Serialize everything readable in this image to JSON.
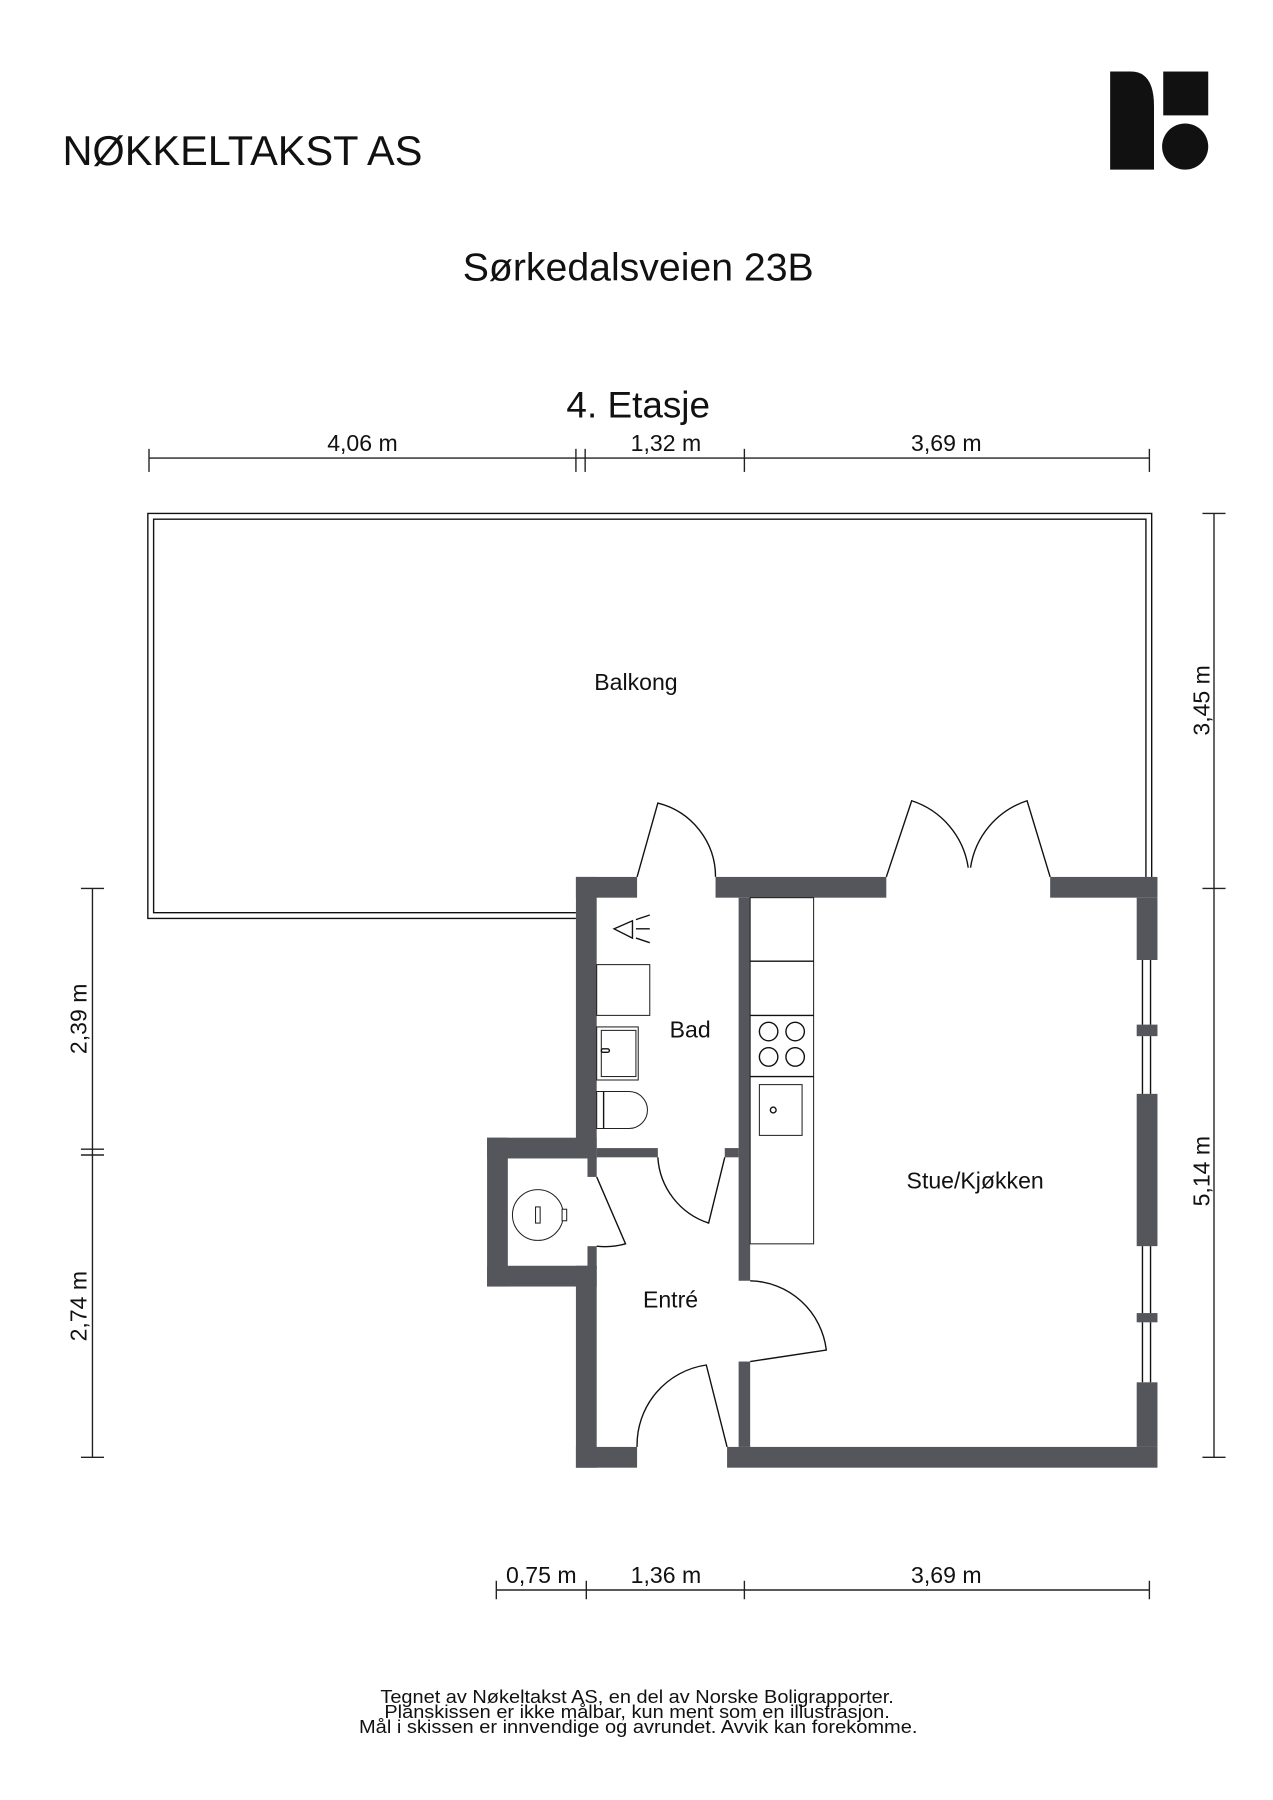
{
  "header": {
    "company": "NØKKELTAKST AS",
    "address": "Sørkedalsveien 23B",
    "floor": "4. Etasje",
    "logo_letters": "N"
  },
  "rooms": {
    "balcony": "Balkong",
    "bathroom": "Bad",
    "living_kitchen": "Stue/Kjøkken",
    "entrance": "Entré"
  },
  "dimensions": {
    "top": [
      "4,06 m",
      "1,32 m",
      "3,69 m"
    ],
    "bottom": [
      "0,75 m",
      "1,36 m",
      "3,69 m"
    ],
    "left": [
      "2,39 m",
      "2,74 m"
    ],
    "right": [
      "3,45 m",
      "5,14 m"
    ]
  },
  "footer": {
    "line1": "Tegnet av Nøkeltakst AS, en del av Norske Boligrapporter.",
    "line2": "Planskissen er ikke målbar, kun ment som en illustrasjon.",
    "line3": "Mål i skissen er innvendige og avrundet. Avvik kan forekomme."
  },
  "colors": {
    "wall": "#55565b",
    "text": "#111111"
  }
}
